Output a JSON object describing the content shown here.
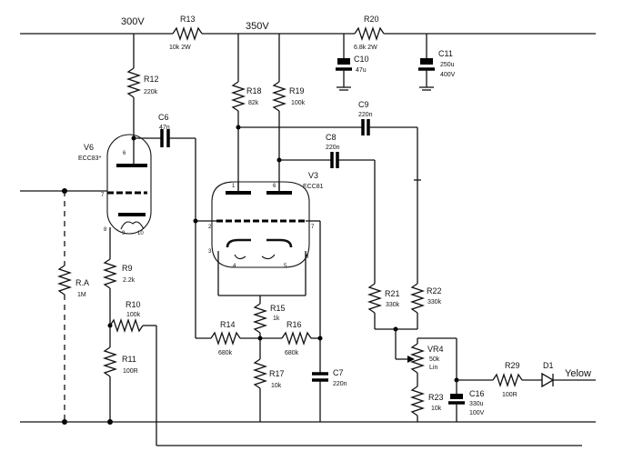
{
  "rails": {
    "v300": "300V",
    "v350": "350V"
  },
  "components": {
    "R13": {
      "name": "R13",
      "value": "10k  2W"
    },
    "R20": {
      "name": "R20",
      "value": "6.8k  2W"
    },
    "C10": {
      "name": "C10",
      "value": "47u"
    },
    "C11": {
      "name": "C11",
      "value": "250u",
      "value2": "400V"
    },
    "R12": {
      "name": "R12",
      "value": "220k"
    },
    "C6": {
      "name": "C6",
      "value": "47n"
    },
    "R18": {
      "name": "R18",
      "value": "82k"
    },
    "R19": {
      "name": "R19",
      "value": "100k"
    },
    "C9": {
      "name": "C9",
      "value": "220n"
    },
    "C8": {
      "name": "C8",
      "value": "220n"
    },
    "V6": {
      "name": "V6",
      "value": "ECC83*"
    },
    "V3": {
      "name": "V3",
      "value": "ECC81"
    },
    "RA": {
      "name": "R.A",
      "value": "1M"
    },
    "R9": {
      "name": "R9",
      "value": "2.2k"
    },
    "R10": {
      "name": "R10",
      "value": "100k"
    },
    "R11": {
      "name": "R11",
      "value": "100R"
    },
    "R14": {
      "name": "R14",
      "value": "680k"
    },
    "R15": {
      "name": "R15",
      "value": "1k"
    },
    "R16": {
      "name": "R16",
      "value": "680k"
    },
    "R17": {
      "name": "R17",
      "value": "10k"
    },
    "C7": {
      "name": "C7",
      "value": "220n"
    },
    "R21": {
      "name": "R21",
      "value": "330k"
    },
    "R22": {
      "name": "R22",
      "value": "330k"
    },
    "VR4": {
      "name": "VR4",
      "value": "50k",
      "value2": "Lin"
    },
    "R23": {
      "name": "R23",
      "value": "10k"
    },
    "C16": {
      "name": "C16",
      "value": "330u",
      "value2": "100V"
    },
    "R29": {
      "name": "R29",
      "value": "100R"
    },
    "D1": {
      "name": "D1"
    }
  },
  "output_label": "Yelow",
  "pins": {
    "v6_plate": "6",
    "v6_grid": "7",
    "v6_cathode": "8",
    "v6_heater_a": "9",
    "v6_heater_b": "10",
    "v3_plate_a": "1",
    "v3_plate_b": "6",
    "v3_grid_a": "2",
    "v3_grid_b": "7",
    "v3_cathode_a": "3",
    "v3_cathode_b": "8",
    "v3_heater_a": "4",
    "v3_heater_b": "5"
  }
}
